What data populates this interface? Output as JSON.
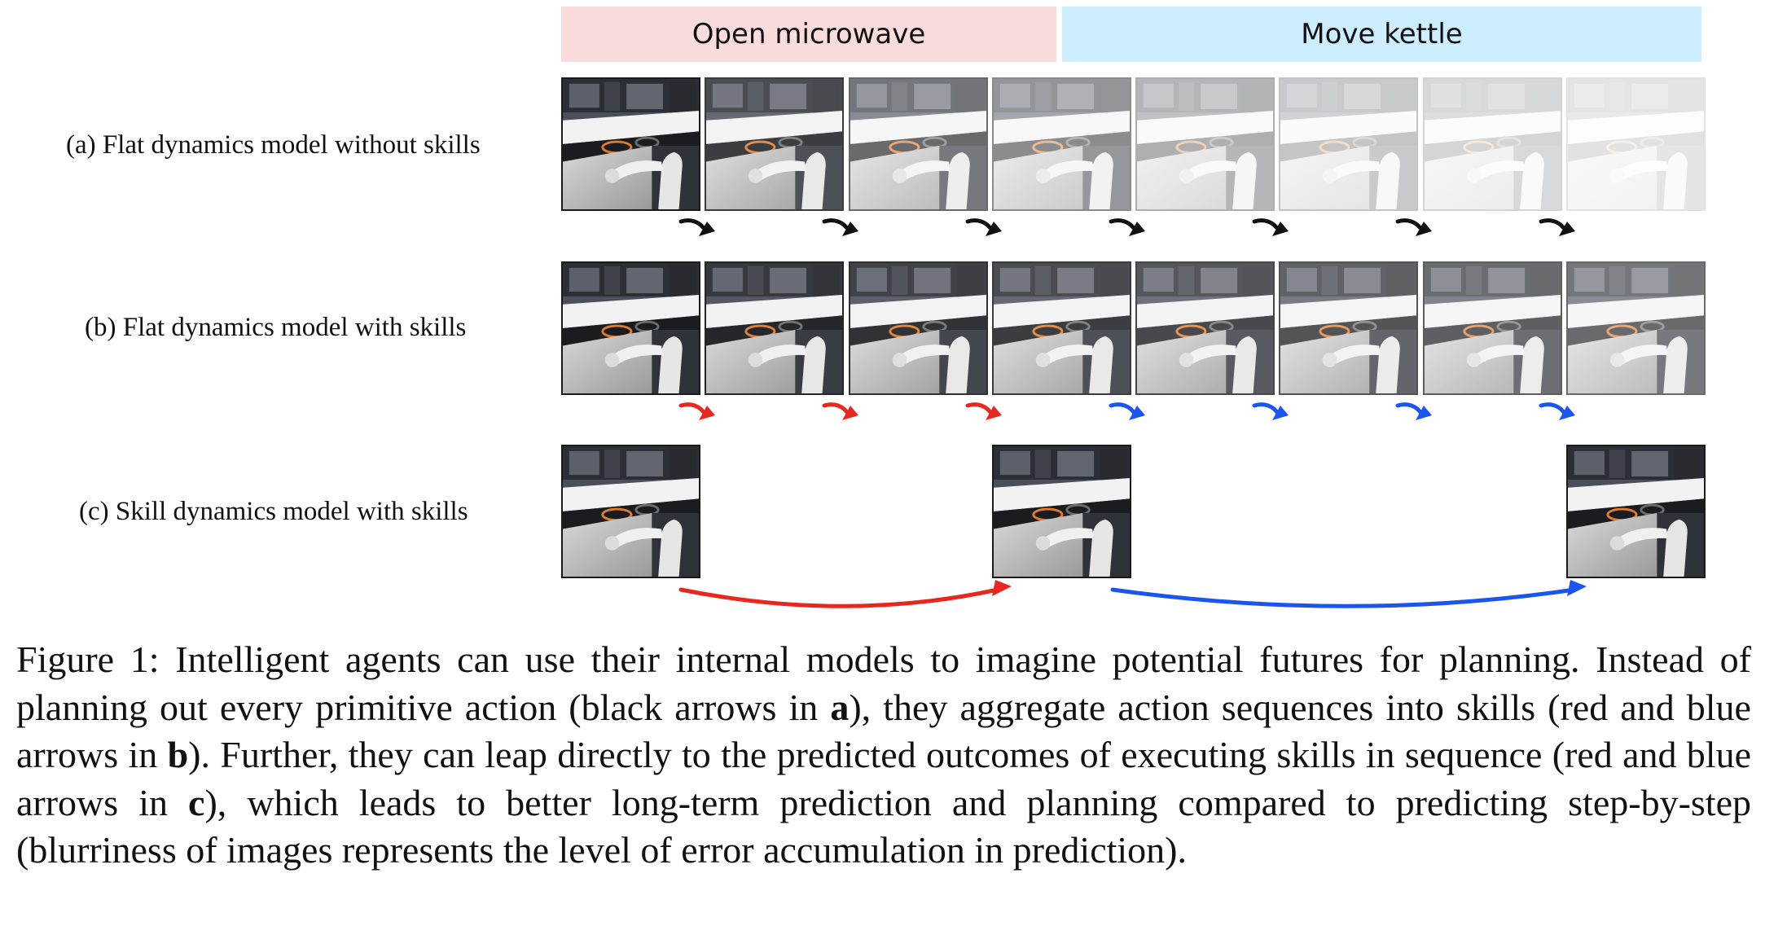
{
  "skills": [
    {
      "label": "Open microwave",
      "color": "#f9dcdb"
    },
    {
      "label": "Move kettle",
      "color": "#cdeeff"
    }
  ],
  "rows": [
    {
      "label": "(a) Flat dynamics model without skills",
      "arrow_colors": [
        "black",
        "black",
        "black",
        "black",
        "black",
        "black",
        "black"
      ]
    },
    {
      "label": "(b) Flat dynamics model with skills",
      "arrow_colors": [
        "red",
        "red",
        "red",
        "blue",
        "blue",
        "blue",
        "blue"
      ]
    },
    {
      "label": "(c) Skill dynamics model with skills",
      "arrow_colors": [
        "red",
        "blue"
      ]
    }
  ],
  "arrow_palette": {
    "black": "#111111",
    "red": "#e8281e",
    "blue": "#1a55f0"
  },
  "frame_icon": "kitchen-robot-frame",
  "caption": {
    "part1": "Figure 1: Intelligent agents can use their internal models to imagine potential futures for planning. Instead of planning out every primitive action (black arrows in ",
    "ref_a": "a",
    "part2": "), they aggregate action sequences into skills (red and blue arrows in ",
    "ref_b": "b",
    "part3": "). Further, they can leap directly to the predicted outcomes of executing skills in sequence (red and blue arrows in ",
    "ref_c": "c",
    "part4": "), which leads to better long-term prediction and planning compared to predicting step-by-step (blurriness of images represents the level of error accumulation in prediction)."
  }
}
